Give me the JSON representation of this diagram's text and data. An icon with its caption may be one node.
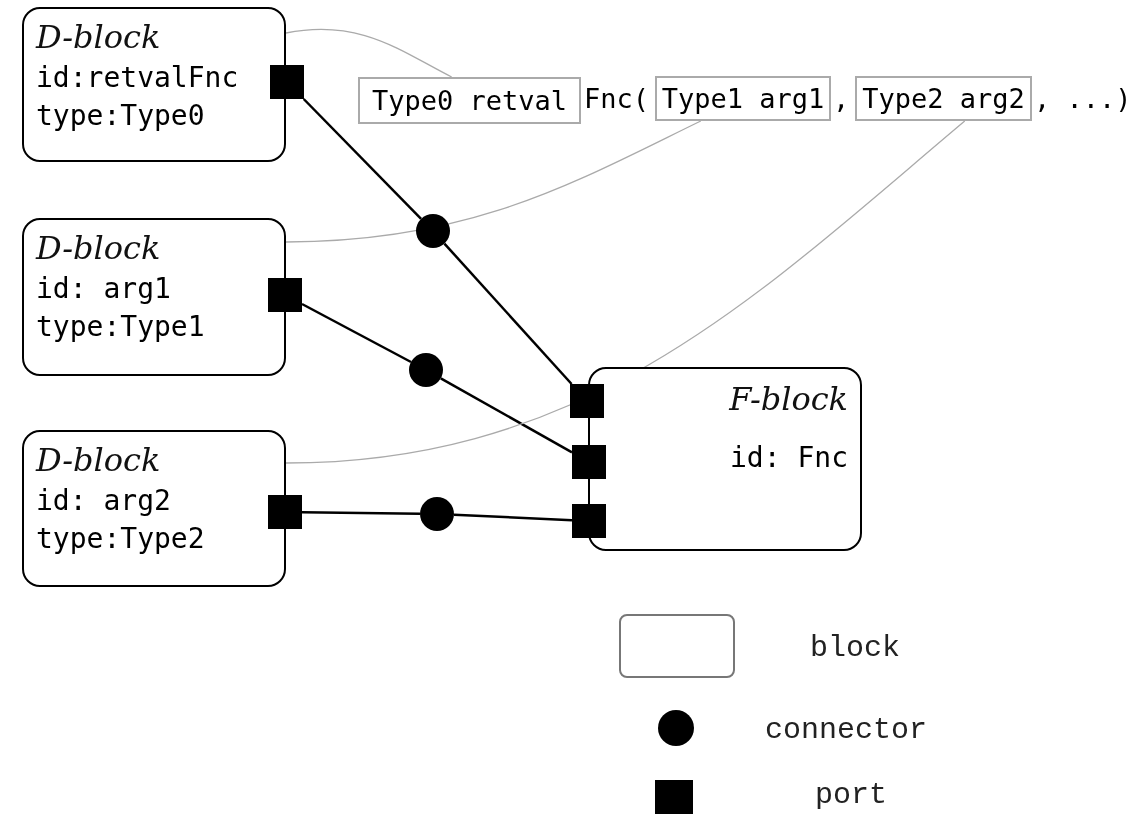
{
  "diagram": {
    "nodes": [
      {
        "text": [
          "D-block",
          "id:retvalFnc",
          "type:Type0"
        ]
      },
      {
        "text": [
          "D-block",
          "id: arg1",
          "type:Type1"
        ]
      },
      {
        "text": [
          "D-block",
          "id: arg2",
          "type:Type2"
        ]
      },
      {
        "text": [
          "F-block",
          "id: Fnc"
        ]
      },
      {
        "text": [],
        "shape": "box"
      },
      {
        "text": [],
        "shape": "box"
      },
      {
        "text": [],
        "shape": "box"
      },
      {
        "text": [],
        "shape": "box"
      },
      {
        "text": [],
        "shape": "box"
      },
      {
        "text": [],
        "shape": "box"
      },
      {
        "text": [],
        "shape": "circle"
      },
      {
        "text": [],
        "shape": "circle"
      },
      {
        "text": [],
        "shape": "circle"
      },
      {
        "text": [
          "Type0 retval"
        ]
      },
      {
        "text": [
          "Type1 arg1"
        ]
      },
      {
        "text": [
          "Type2 arg2"
        ]
      }
    ],
    "edges": [
      {
        "from": 4,
        "to": 10,
        "arrow": "none"
      },
      {
        "from": 10,
        "to": 7,
        "arrow": "none"
      },
      {
        "from": 5,
        "to": 11,
        "arrow": "none"
      },
      {
        "from": 11,
        "to": 8,
        "arrow": "none"
      },
      {
        "from": 6,
        "to": 12,
        "arrow": "none"
      },
      {
        "from": 12,
        "to": 9,
        "arrow": "none"
      },
      {
        "from": 0,
        "to": 13,
        "arrow": "none",
        "color": "#aaaaaa"
      },
      {
        "from": 1,
        "to": 14,
        "arrow": "none",
        "color": "#aaaaaa"
      },
      {
        "from": 2,
        "to": 15,
        "arrow": "none",
        "color": "#aaaaaa"
      }
    ],
    "labels": [
      "Fnc(",
      ",",
      ", ...)"
    ],
    "legend": [
      {
        "text": "block"
      },
      {
        "text": "connector"
      },
      {
        "text": "port"
      }
    ]
  }
}
